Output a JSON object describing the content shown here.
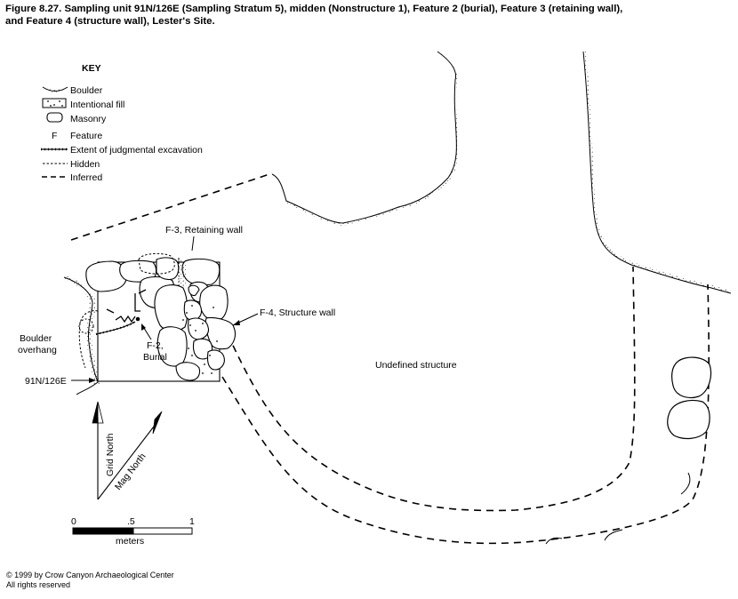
{
  "caption": {
    "line1": "Figure 8.27.  Sampling unit  91N/126E (Sampling Stratum 5), midden (Nonstructure 1), Feature 2 (burial), Feature 3 (retaining wall),",
    "line2": "and Feature 4 (structure wall), Lester's Site."
  },
  "key": {
    "title": "KEY",
    "items": [
      {
        "symbol": "boulder-icon",
        "label": "Boulder"
      },
      {
        "symbol": "intentional-fill-icon",
        "label": "Intentional fill"
      },
      {
        "symbol": "masonry-icon",
        "label": "Masonry"
      },
      {
        "symbol": "F",
        "label": "Feature"
      },
      {
        "symbol": "judgmental-extent-line-icon",
        "label": "Extent of judgmental excavation"
      },
      {
        "symbol": "hidden-line-icon",
        "label": "Hidden"
      },
      {
        "symbol": "inferred-line-icon",
        "label": "Inferred"
      }
    ]
  },
  "labels": {
    "f3": "F-3, Retaining wall",
    "f4": "F-4, Structure wall",
    "f2_line1": "F-2,",
    "f2_line2": "Burial",
    "boulder_line1": "Boulder",
    "boulder_line2": "overhang",
    "grid_unit": "91N/126E",
    "undefined_structure": "Undefined structure"
  },
  "north": {
    "grid": "Grid North",
    "mag": "Mag North"
  },
  "scale": {
    "tick0": "0",
    "tick_half": ".5",
    "tick1": "1",
    "unit": "meters"
  },
  "copyright": {
    "line1": "© 1999 by Crow Canyon Archaeological Center",
    "line2": "All rights reserved"
  },
  "colors": {
    "ink": "#000000",
    "background": "#ffffff"
  }
}
